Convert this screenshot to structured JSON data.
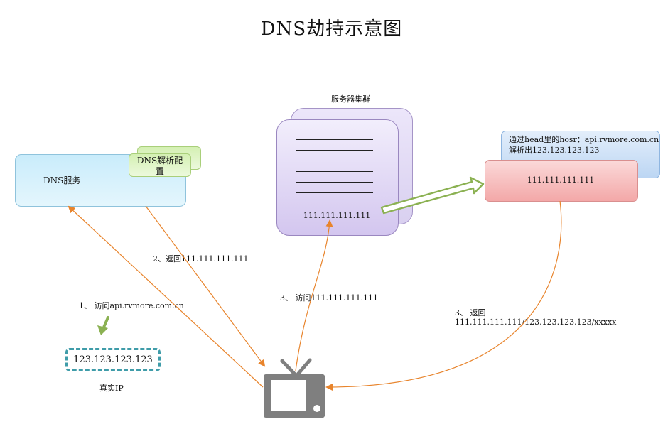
{
  "title": "DNS劫持示意图",
  "dns_service": {
    "label": "DNS服务",
    "config_line1": "DNS解析配",
    "config_line2": "置"
  },
  "server_cluster": {
    "label": "服务器集群",
    "ip": "111.111.111.111"
  },
  "target_server": {
    "note_line1": "通过head里的hosr：api.rvmore.com.cn",
    "note_line2": "解析出123.123.123.123",
    "ip": "111.111.111.111"
  },
  "real_ip": {
    "value": "123.123.123.123",
    "label": "真实IP"
  },
  "steps": {
    "step1": "1、 访问api.rvmore.com.cn",
    "step2": "2、返回111.111.111.111",
    "step3a": "3、 访问111.111.111.111",
    "step3b_line1": "3、 返回",
    "step3b_line2": "111.111.111.111/123.123.123.123/xxxxx"
  },
  "client_icon": "tv-icon",
  "colors": {
    "arrow": "#e8842c",
    "forward_arrow": "#8bb152",
    "tv": "#7f7f7f"
  }
}
